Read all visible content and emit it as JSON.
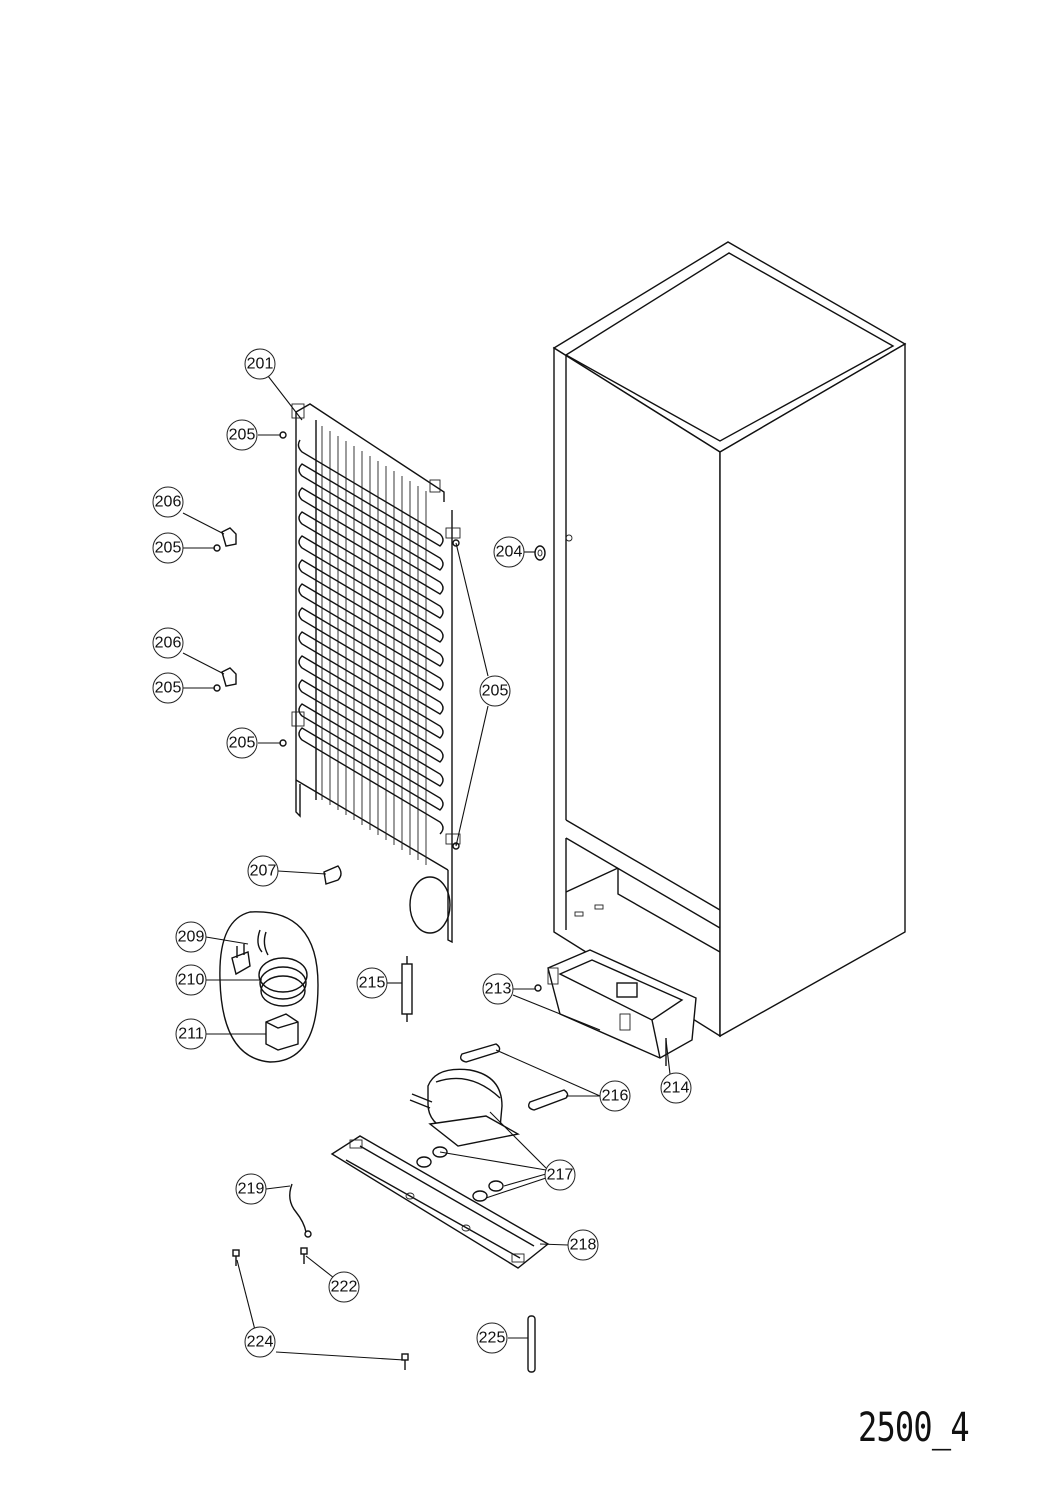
{
  "drawing_code": "2500_4",
  "callouts": [
    {
      "id": "c201",
      "label": "201"
    },
    {
      "id": "c205a",
      "label": "205"
    },
    {
      "id": "c206a",
      "label": "206"
    },
    {
      "id": "c205b",
      "label": "205"
    },
    {
      "id": "c204",
      "label": "204"
    },
    {
      "id": "c206b",
      "label": "206"
    },
    {
      "id": "c205c",
      "label": "205"
    },
    {
      "id": "c205d",
      "label": "205"
    },
    {
      "id": "c205e",
      "label": "205"
    },
    {
      "id": "c207",
      "label": "207"
    },
    {
      "id": "c209",
      "label": "209"
    },
    {
      "id": "c210",
      "label": "210"
    },
    {
      "id": "c211",
      "label": "211"
    },
    {
      "id": "c215",
      "label": "215"
    },
    {
      "id": "c213",
      "label": "213"
    },
    {
      "id": "c214",
      "label": "214"
    },
    {
      "id": "c216",
      "label": "216"
    },
    {
      "id": "c217",
      "label": "217"
    },
    {
      "id": "c219",
      "label": "219"
    },
    {
      "id": "c218",
      "label": "218"
    },
    {
      "id": "c222",
      "label": "222"
    },
    {
      "id": "c224",
      "label": "224"
    },
    {
      "id": "c225",
      "label": "225"
    }
  ]
}
